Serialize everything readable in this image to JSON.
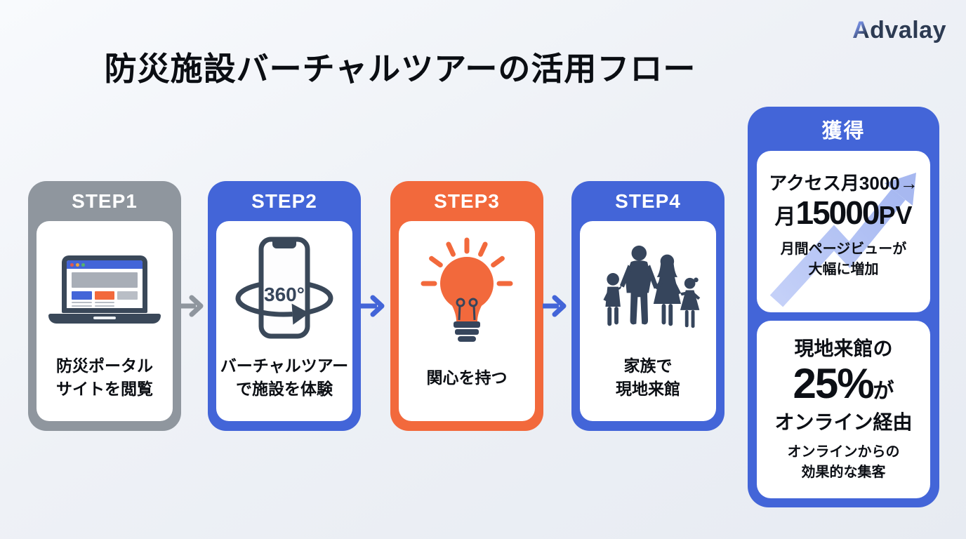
{
  "page": {
    "title": "防災施設バーチャルツアーの活用フロー",
    "logo": {
      "first_letter": "A",
      "rest": "dvalay"
    }
  },
  "colors": {
    "blue": "#4365d8",
    "orange": "#f2693c",
    "gray": "#8f969e",
    "slate_icon": "#3a4859",
    "periwinkle_arrow": "#b0c0f2",
    "background": "#edf0f6",
    "card_white": "#ffffff",
    "text_dark": "#0b0e13"
  },
  "steps": [
    {
      "label": "STEP1",
      "color": "gray",
      "icon": "laptop-browser-icon",
      "caption": "防災ポータル\nサイトを閲覧"
    },
    {
      "label": "STEP2",
      "color": "blue",
      "icon": "phone-360-icon",
      "icon_label": "360°",
      "caption": "バーチャルツアー\nで施設を体験"
    },
    {
      "label": "STEP3",
      "color": "orange",
      "icon": "lightbulb-icon",
      "caption": "関心を持つ"
    },
    {
      "label": "STEP4",
      "color": "blue",
      "icon": "family-icon",
      "caption": "家族で\n現地来館"
    }
  ],
  "arrows": [
    {
      "between": "step1-step2",
      "color": "gray"
    },
    {
      "between": "step2-step3",
      "color": "blue"
    },
    {
      "between": "step3-step4",
      "color": "blue"
    }
  ],
  "results_panel": {
    "header": "獲得",
    "cards": [
      {
        "line1": "アクセス月3000→",
        "value_prefix": "月",
        "value": "15000",
        "value_suffix": "PV",
        "caption": "月間ページビューが\n大幅に増加",
        "icon": "trend-up-arrow"
      },
      {
        "line1": "現地来館の",
        "value": "25%",
        "value_suffix": "が",
        "line2": "オンライン経由",
        "caption": "オンラインからの\n効果的な集客"
      }
    ]
  }
}
